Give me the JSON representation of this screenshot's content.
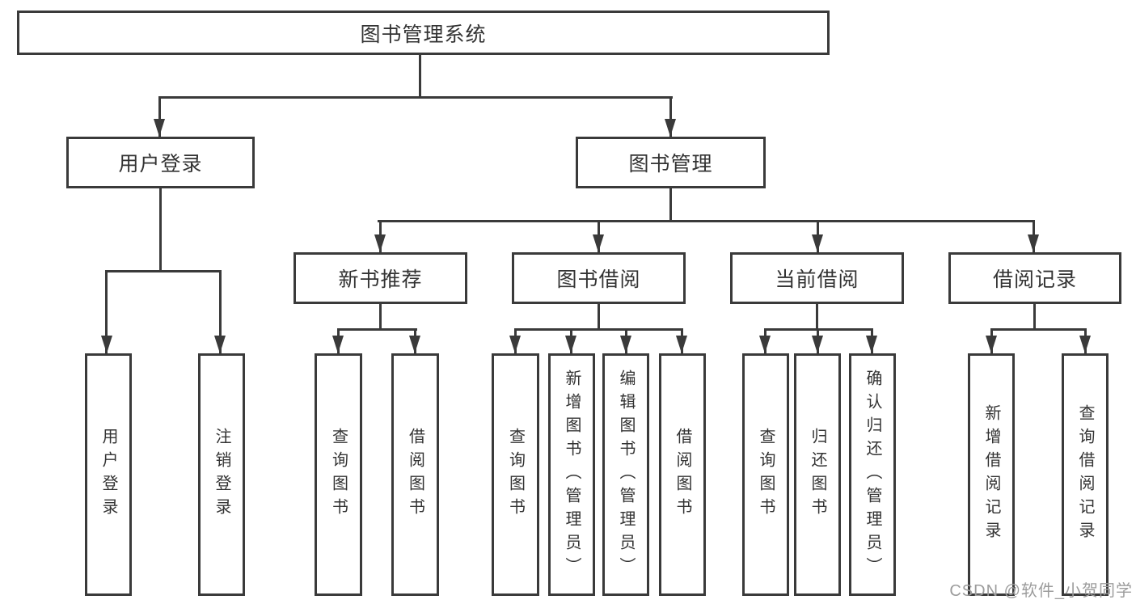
{
  "tree": {
    "label": "图书管理系统",
    "children": [
      {
        "label": "用户登录",
        "children": [
          {
            "label": "用户登录"
          },
          {
            "label": "注销登录"
          }
        ]
      },
      {
        "label": "图书管理",
        "children": [
          {
            "label": "新书推荐",
            "children": [
              {
                "label": "查询图书"
              },
              {
                "label": "借阅图书"
              }
            ]
          },
          {
            "label": "图书借阅",
            "children": [
              {
                "label": "查询图书"
              },
              {
                "label": "新增图书（管理员）"
              },
              {
                "label": "编辑图书（管理员）"
              },
              {
                "label": "借阅图书"
              }
            ]
          },
          {
            "label": "当前借阅",
            "children": [
              {
                "label": "查询图书"
              },
              {
                "label": "归还图书"
              },
              {
                "label": "确认归还（管理员）"
              }
            ]
          },
          {
            "label": "借阅记录",
            "children": [
              {
                "label": "新增借阅记录"
              },
              {
                "label": "查询借阅记录"
              }
            ]
          }
        ]
      }
    ]
  },
  "watermark": {
    "text": "CSDN @软件_小贺同学"
  },
  "colors": {
    "line": "#3a3a3a",
    "text": "#333333",
    "watermark": "#9c9c9c",
    "background": "#ffffff"
  }
}
